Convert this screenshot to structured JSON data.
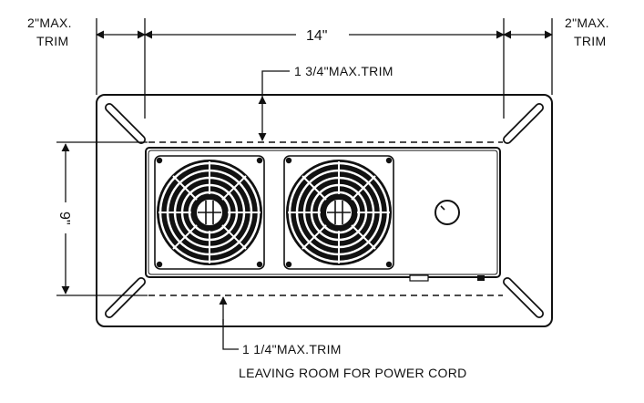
{
  "labels": {
    "left_trim_line1": "2\"MAX.",
    "left_trim_line2": "TRIM",
    "width": "14\"",
    "right_trim_line1": "2\"MAX.",
    "right_trim_line2": "TRIM",
    "top_trim": "1 3/4\"MAX.TRIM",
    "height": "9\"",
    "bottom_trim_line1": "1 1/4\"MAX.TRIM",
    "bottom_trim_line2": "LEAVING ROOM FOR POWER CORD"
  },
  "colors": {
    "ink": "#111111",
    "unit_body": "#111111",
    "background": "#ffffff"
  },
  "icons": {
    "fan": "fan-icon",
    "knob": "control-knob-icon"
  }
}
